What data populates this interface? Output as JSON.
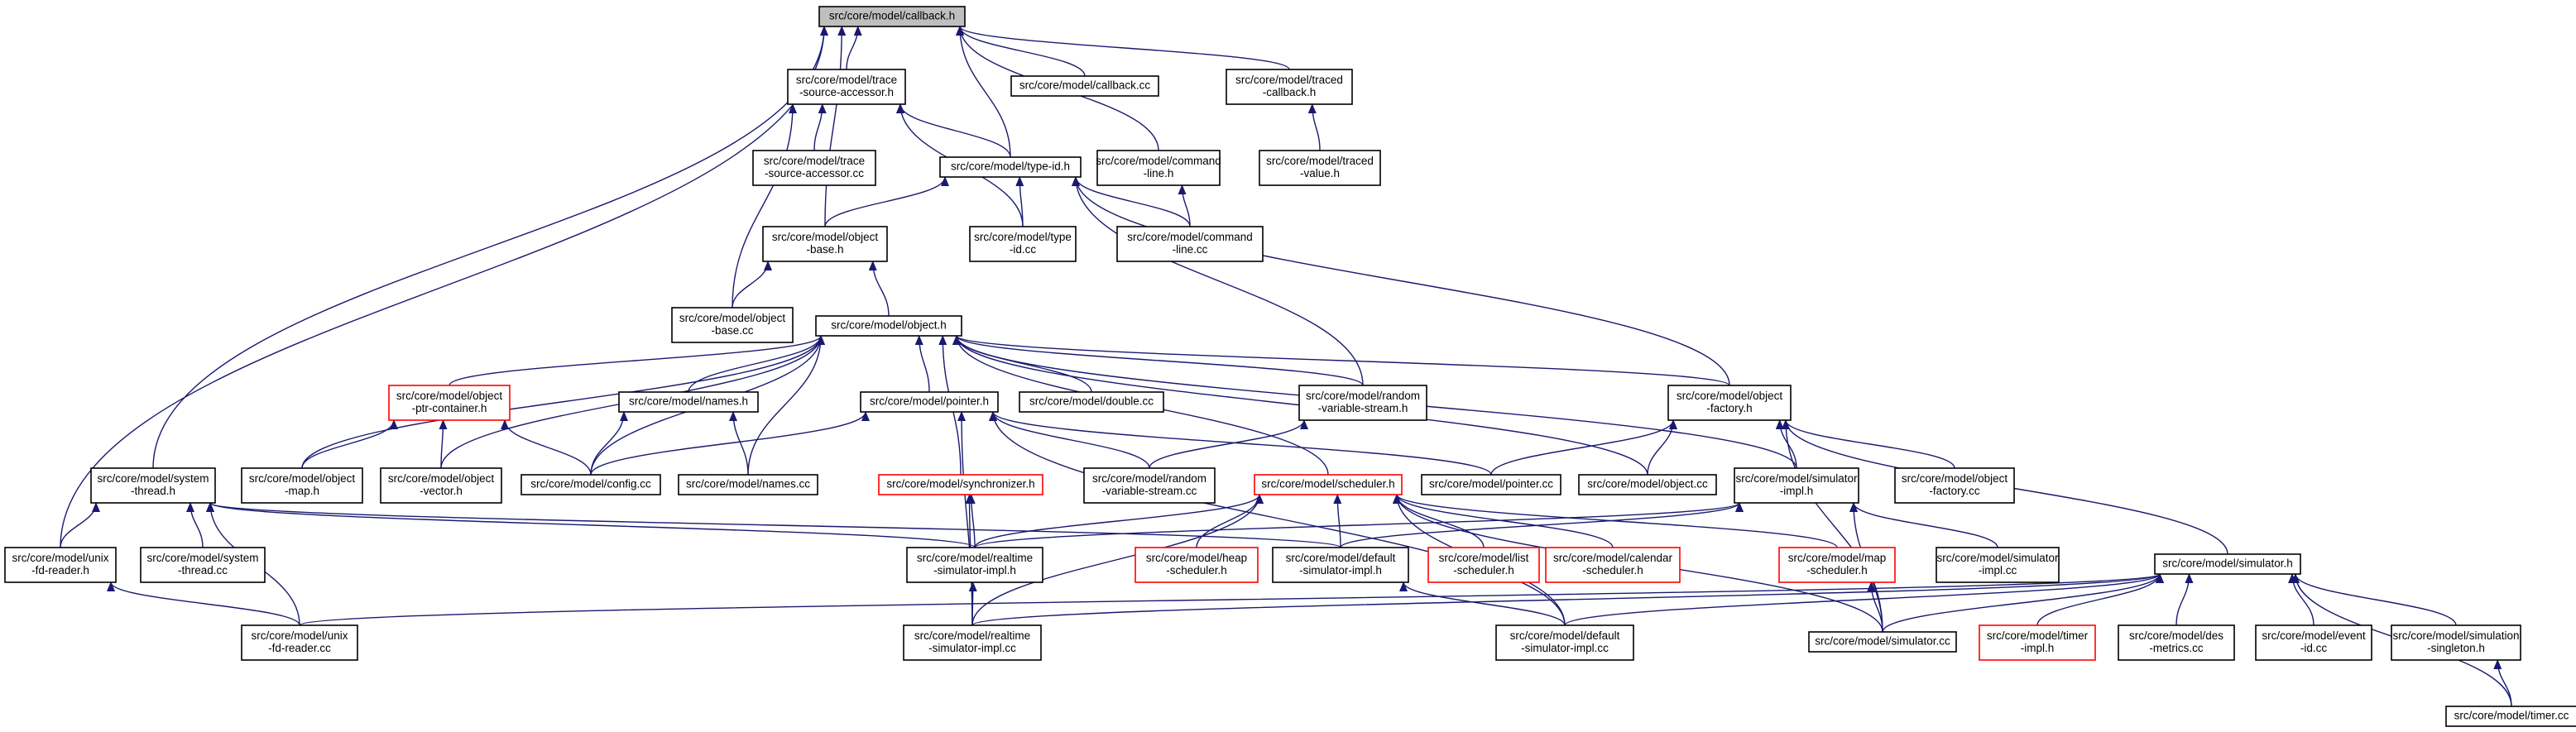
{
  "diagram": {
    "type": "include-dependency-graph",
    "colors": {
      "edge": "#191970",
      "root_fill": "#bfbfbf",
      "red_border": "#ff0000",
      "border": "#000000"
    },
    "nodes": [
      {
        "id": "callback_h",
        "lines": [
          "src/core/model/callback.h"
        ],
        "style": "root"
      },
      {
        "id": "trace_source_accessor_h",
        "lines": [
          "src/core/model/trace",
          "-source-accessor.h"
        ]
      },
      {
        "id": "callback_cc",
        "lines": [
          "src/core/model/callback.cc"
        ]
      },
      {
        "id": "traced_callback_h",
        "lines": [
          "src/core/model/traced",
          "-callback.h"
        ]
      },
      {
        "id": "trace_source_accessor_cc",
        "lines": [
          "src/core/model/trace",
          "-source-accessor.cc"
        ]
      },
      {
        "id": "type_id_h",
        "lines": [
          "src/core/model/type-id.h"
        ]
      },
      {
        "id": "command_line_h",
        "lines": [
          "src/core/model/command",
          "-line.h"
        ]
      },
      {
        "id": "traced_value_h",
        "lines": [
          "src/core/model/traced",
          "-value.h"
        ]
      },
      {
        "id": "object_base_h",
        "lines": [
          "src/core/model/object",
          "-base.h"
        ]
      },
      {
        "id": "type_id_cc",
        "lines": [
          "src/core/model/type",
          "-id.cc"
        ]
      },
      {
        "id": "command_line_cc",
        "lines": [
          "src/core/model/command",
          "-line.cc"
        ]
      },
      {
        "id": "object_base_cc",
        "lines": [
          "src/core/model/object",
          "-base.cc"
        ]
      },
      {
        "id": "object_h",
        "lines": [
          "src/core/model/object.h"
        ]
      },
      {
        "id": "object_ptr_container_h",
        "lines": [
          "src/core/model/object",
          "-ptr-container.h"
        ],
        "style": "red"
      },
      {
        "id": "names_h",
        "lines": [
          "src/core/model/names.h"
        ]
      },
      {
        "id": "pointer_h",
        "lines": [
          "src/core/model/pointer.h"
        ]
      },
      {
        "id": "double_cc",
        "lines": [
          "src/core/model/double.cc"
        ]
      },
      {
        "id": "random_variable_stream_h",
        "lines": [
          "src/core/model/random",
          "-variable-stream.h"
        ]
      },
      {
        "id": "object_factory_h",
        "lines": [
          "src/core/model/object",
          "-factory.h"
        ]
      },
      {
        "id": "system_thread_h",
        "lines": [
          "src/core/model/system",
          "-thread.h"
        ]
      },
      {
        "id": "object_map_h",
        "lines": [
          "src/core/model/object",
          "-map.h"
        ]
      },
      {
        "id": "object_vector_h",
        "lines": [
          "src/core/model/object",
          "-vector.h"
        ]
      },
      {
        "id": "config_cc",
        "lines": [
          "src/core/model/config.cc"
        ]
      },
      {
        "id": "names_cc",
        "lines": [
          "src/core/model/names.cc"
        ]
      },
      {
        "id": "random_variable_stream_cc",
        "lines": [
          "src/core/model/random",
          "-variable-stream.cc"
        ]
      },
      {
        "id": "synchronizer_h",
        "lines": [
          "src/core/model/synchronizer.h"
        ],
        "style": "red"
      },
      {
        "id": "scheduler_h",
        "lines": [
          "src/core/model/scheduler.h"
        ],
        "style": "red"
      },
      {
        "id": "pointer_cc",
        "lines": [
          "src/core/model/pointer.cc"
        ]
      },
      {
        "id": "object_cc",
        "lines": [
          "src/core/model/object.cc"
        ]
      },
      {
        "id": "simulator_impl_h",
        "lines": [
          "src/core/model/simulator",
          "-impl.h"
        ]
      },
      {
        "id": "object_factory_cc",
        "lines": [
          "src/core/model/object",
          "-factory.cc"
        ]
      },
      {
        "id": "unix_fd_reader_h",
        "lines": [
          "src/core/model/unix",
          "-fd-reader.h"
        ]
      },
      {
        "id": "system_thread_cc",
        "lines": [
          "src/core/model/system",
          "-thread.cc"
        ]
      },
      {
        "id": "realtime_simulator_impl_h",
        "lines": [
          "src/core/model/realtime",
          "-simulator-impl.h"
        ]
      },
      {
        "id": "heap_scheduler_h",
        "lines": [
          "src/core/model/heap",
          "-scheduler.h"
        ],
        "style": "red"
      },
      {
        "id": "default_simulator_impl_h",
        "lines": [
          "src/core/model/default",
          "-simulator-impl.h"
        ]
      },
      {
        "id": "list_scheduler_h",
        "lines": [
          "src/core/model/list",
          "-scheduler.h"
        ],
        "style": "red"
      },
      {
        "id": "calendar_scheduler_h",
        "lines": [
          "src/core/model/calendar",
          "-scheduler.h"
        ],
        "style": "red"
      },
      {
        "id": "map_scheduler_h",
        "lines": [
          "src/core/model/map",
          "-scheduler.h"
        ],
        "style": "red"
      },
      {
        "id": "simulator_impl_cc",
        "lines": [
          "src/core/model/simulator",
          "-impl.cc"
        ]
      },
      {
        "id": "simulator_h",
        "lines": [
          "src/core/model/simulator.h"
        ]
      },
      {
        "id": "unix_fd_reader_cc",
        "lines": [
          "src/core/model/unix",
          "-fd-reader.cc"
        ]
      },
      {
        "id": "realtime_simulator_impl_cc",
        "lines": [
          "src/core/model/realtime",
          "-simulator-impl.cc"
        ]
      },
      {
        "id": "default_simulator_impl_cc",
        "lines": [
          "src/core/model/default",
          "-simulator-impl.cc"
        ]
      },
      {
        "id": "simulator_cc",
        "lines": [
          "src/core/model/simulator.cc"
        ]
      },
      {
        "id": "timer_impl_h",
        "lines": [
          "src/core/model/timer",
          "-impl.h"
        ],
        "style": "red"
      },
      {
        "id": "des_metrics_cc",
        "lines": [
          "src/core/model/des",
          "-metrics.cc"
        ]
      },
      {
        "id": "event_id_cc",
        "lines": [
          "src/core/model/event",
          "-id.cc"
        ]
      },
      {
        "id": "simulation_singleton_h",
        "lines": [
          "src/core/model/simulation",
          "-singleton.h"
        ]
      },
      {
        "id": "timer_cc",
        "lines": [
          "src/core/model/timer.cc"
        ]
      }
    ],
    "edges": [
      [
        "trace_source_accessor_h",
        "callback_h"
      ],
      [
        "callback_cc",
        "callback_h"
      ],
      [
        "traced_callback_h",
        "callback_h"
      ],
      [
        "type_id_h",
        "callback_h"
      ],
      [
        "command_line_h",
        "callback_h"
      ],
      [
        "object_base_h",
        "callback_h"
      ],
      [
        "system_thread_h",
        "callback_h"
      ],
      [
        "unix_fd_reader_h",
        "callback_h"
      ],
      [
        "trace_source_accessor_cc",
        "trace_source_accessor_h"
      ],
      [
        "type_id_h",
        "trace_source_accessor_h"
      ],
      [
        "type_id_cc",
        "trace_source_accessor_h"
      ],
      [
        "object_base_cc",
        "trace_source_accessor_h"
      ],
      [
        "traced_value_h",
        "traced_callback_h"
      ],
      [
        "object_base_h",
        "type_id_h"
      ],
      [
        "type_id_cc",
        "type_id_h"
      ],
      [
        "command_line_cc",
        "type_id_h"
      ],
      [
        "random_variable_stream_h",
        "type_id_h"
      ],
      [
        "object_factory_h",
        "type_id_h"
      ],
      [
        "command_line_cc",
        "command_line_h"
      ],
      [
        "object_base_cc",
        "object_base_h"
      ],
      [
        "object_h",
        "object_base_h"
      ],
      [
        "object_ptr_container_h",
        "object_h"
      ],
      [
        "names_h",
        "object_h"
      ],
      [
        "pointer_h",
        "object_h"
      ],
      [
        "double_cc",
        "object_h"
      ],
      [
        "random_variable_stream_h",
        "object_h"
      ],
      [
        "object_factory_h",
        "object_h"
      ],
      [
        "object_map_h",
        "object_h"
      ],
      [
        "object_vector_h",
        "object_h"
      ],
      [
        "config_cc",
        "object_h"
      ],
      [
        "names_cc",
        "object_h"
      ],
      [
        "synchronizer_h",
        "object_h"
      ],
      [
        "scheduler_h",
        "object_h"
      ],
      [
        "object_cc",
        "object_h"
      ],
      [
        "simulator_impl_h",
        "object_h"
      ],
      [
        "object_map_h",
        "object_ptr_container_h"
      ],
      [
        "object_vector_h",
        "object_ptr_container_h"
      ],
      [
        "config_cc",
        "object_ptr_container_h"
      ],
      [
        "config_cc",
        "names_h"
      ],
      [
        "names_cc",
        "names_h"
      ],
      [
        "config_cc",
        "pointer_h"
      ],
      [
        "random_variable_stream_cc",
        "pointer_h"
      ],
      [
        "pointer_cc",
        "pointer_h"
      ],
      [
        "realtime_simulator_impl_cc",
        "pointer_h"
      ],
      [
        "default_simulator_impl_cc",
        "pointer_h"
      ],
      [
        "random_variable_stream_cc",
        "random_variable_stream_h"
      ],
      [
        "pointer_cc",
        "object_factory_h"
      ],
      [
        "object_cc",
        "object_factory_h"
      ],
      [
        "simulator_impl_h",
        "object_factory_h"
      ],
      [
        "object_factory_cc",
        "object_factory_h"
      ],
      [
        "simulator_h",
        "object_factory_h"
      ],
      [
        "simulator_cc",
        "object_factory_h"
      ],
      [
        "unix_fd_reader_h",
        "system_thread_h"
      ],
      [
        "system_thread_cc",
        "system_thread_h"
      ],
      [
        "realtime_simulator_impl_h",
        "system_thread_h"
      ],
      [
        "unix_fd_reader_cc",
        "system_thread_h"
      ],
      [
        "default_simulator_impl_h",
        "system_thread_h"
      ],
      [
        "realtime_simulator_impl_h",
        "synchronizer_h"
      ],
      [
        "realtime_simulator_impl_cc",
        "synchronizer_h"
      ],
      [
        "realtime_simulator_impl_h",
        "scheduler_h"
      ],
      [
        "heap_scheduler_h",
        "scheduler_h"
      ],
      [
        "default_simulator_impl_h",
        "scheduler_h"
      ],
      [
        "list_scheduler_h",
        "scheduler_h"
      ],
      [
        "calendar_scheduler_h",
        "scheduler_h"
      ],
      [
        "map_scheduler_h",
        "scheduler_h"
      ],
      [
        "realtime_simulator_impl_cc",
        "scheduler_h"
      ],
      [
        "default_simulator_impl_cc",
        "scheduler_h"
      ],
      [
        "simulator_cc",
        "scheduler_h"
      ],
      [
        "realtime_simulator_impl_h",
        "simulator_impl_h"
      ],
      [
        "default_simulator_impl_h",
        "simulator_impl_h"
      ],
      [
        "simulator_impl_cc",
        "simulator_impl_h"
      ],
      [
        "simulator_cc",
        "simulator_impl_h"
      ],
      [
        "unix_fd_reader_cc",
        "unix_fd_reader_h"
      ],
      [
        "realtime_simulator_impl_cc",
        "realtime_simulator_impl_h"
      ],
      [
        "default_simulator_impl_cc",
        "default_simulator_impl_h"
      ],
      [
        "simulator_cc",
        "map_scheduler_h"
      ],
      [
        "unix_fd_reader_cc",
        "simulator_h"
      ],
      [
        "realtime_simulator_impl_cc",
        "simulator_h"
      ],
      [
        "default_simulator_impl_cc",
        "simulator_h"
      ],
      [
        "simulator_cc",
        "simulator_h"
      ],
      [
        "timer_impl_h",
        "simulator_h"
      ],
      [
        "des_metrics_cc",
        "simulator_h"
      ],
      [
        "event_id_cc",
        "simulator_h"
      ],
      [
        "simulation_singleton_h",
        "simulator_h"
      ],
      [
        "timer_cc",
        "simulator_h"
      ],
      [
        "timer_cc",
        "simulation_singleton_h"
      ]
    ]
  }
}
